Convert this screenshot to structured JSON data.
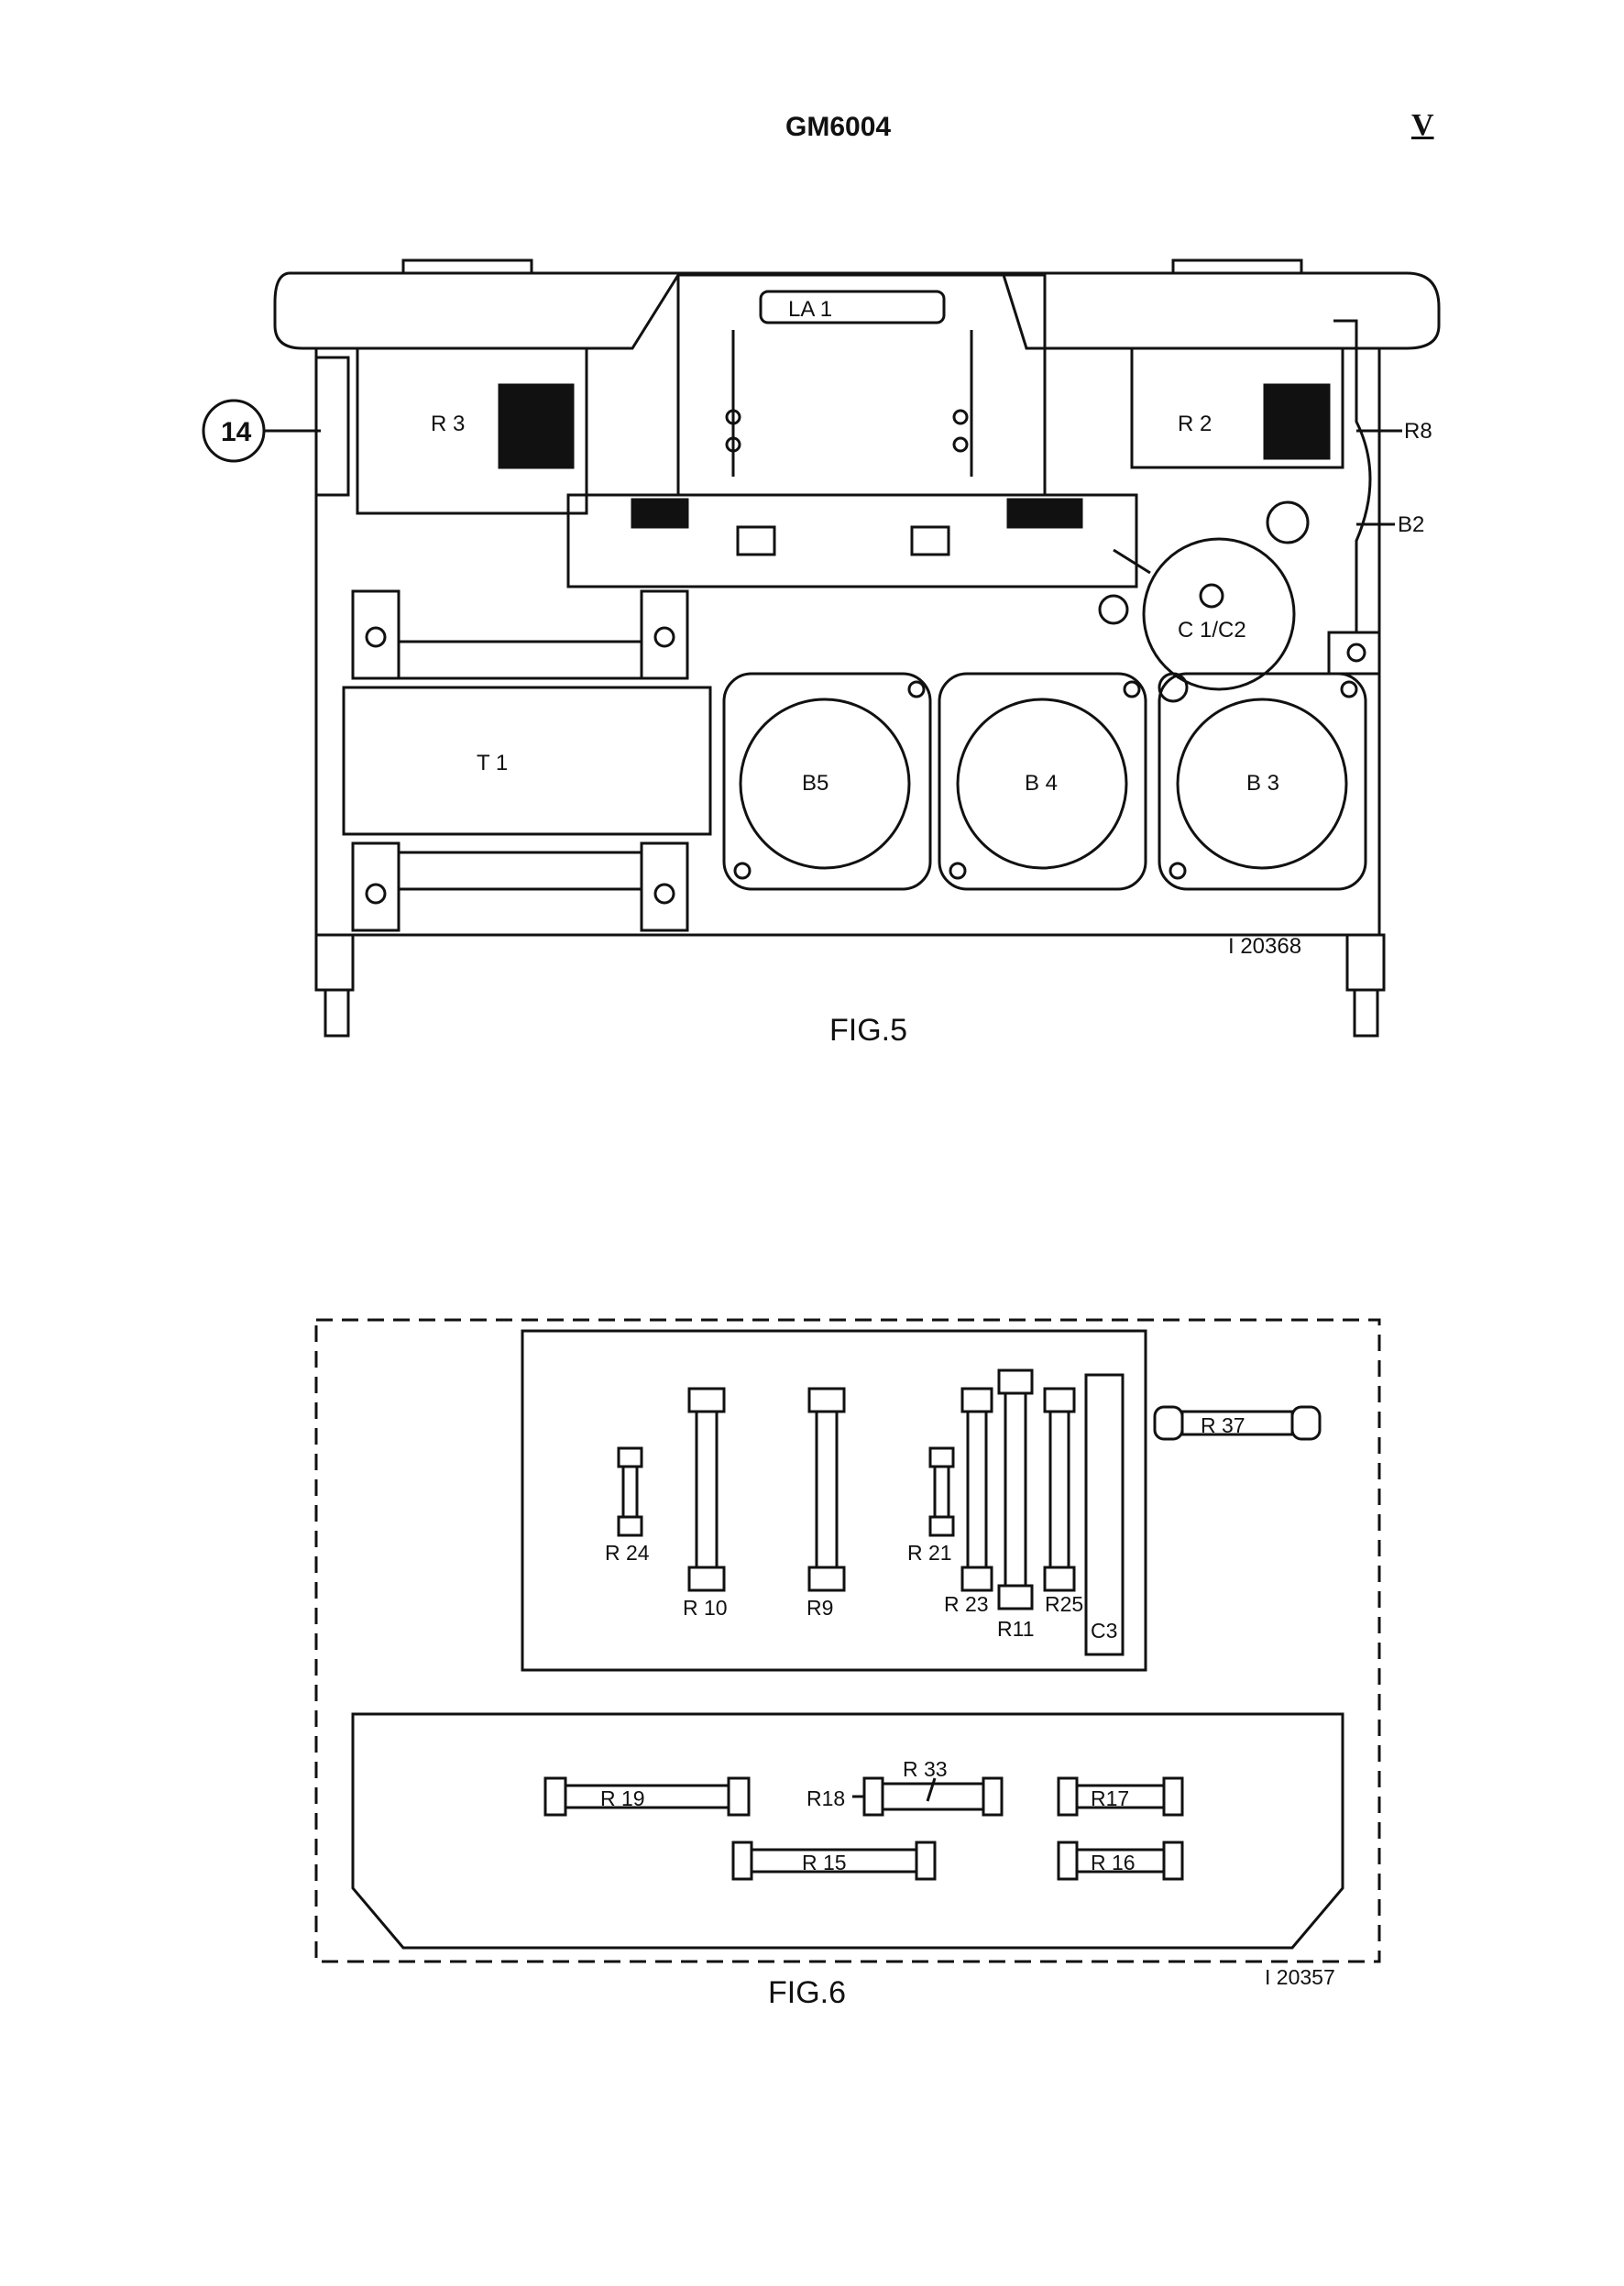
{
  "header": {
    "model": "GM6004",
    "page": "V"
  },
  "fig5": {
    "caption": "FIG.5",
    "drawing_number": "I 20368",
    "callout": "14",
    "labels": {
      "la1": "LA 1",
      "r3": "R 3",
      "r2": "R 2",
      "r8": "R8",
      "b2": "B2",
      "c1c2": "C 1/C2",
      "t1": "T 1",
      "b5": "B5",
      "b4": "B 4",
      "b3": "B 3"
    }
  },
  "fig6": {
    "caption": "FIG.6",
    "drawing_number": "I 20357",
    "labels": {
      "r24": "R 24",
      "r10": "R 10",
      "r9": "R9",
      "r21": "R 21",
      "r23": "R 23",
      "r11": "R11",
      "r25": "R25",
      "c3": "C3",
      "r37": "R 37",
      "r19": "R 19",
      "r18": "R18",
      "r33": "R 33",
      "r17": "R17",
      "r15": "R 15",
      "r16": "R 16"
    }
  }
}
